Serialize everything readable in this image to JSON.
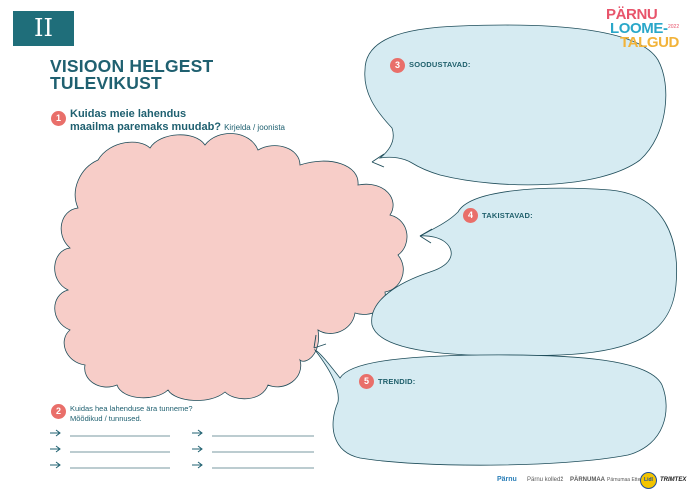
{
  "section": {
    "numeral": "II"
  },
  "title": {
    "line1": "VISIOON HELGEST",
    "line2": "TULEVIKUST"
  },
  "question1": {
    "number": "1",
    "line1": "Kuidas meie lahendus",
    "line2": "maailma paremaks muudab?",
    "hint": "Kirjelda / joonista"
  },
  "question2": {
    "number": "2",
    "line1": "Kuidas hea lahenduse ära tunneme?",
    "line2": "Mõõdikud / tunnused."
  },
  "categories": [
    {
      "number": "3",
      "label": "SOODUSTAVAD:"
    },
    {
      "number": "4",
      "label": "TAKISTAVAD:"
    },
    {
      "number": "5",
      "label": "TRENDID:"
    }
  ],
  "logo": {
    "line1": "PÄRNU",
    "line2": "LOOME-",
    "line3": "TALGUD",
    "year": "2022"
  },
  "footer": {
    "logos": [
      "Pärnu",
      "Pärnu kolledž",
      "PÄRNUMAA",
      "Pärnumaa Ettevõtlus",
      "Lidl",
      "TRIMTEX"
    ]
  },
  "colors": {
    "teal": "#1f6e7a",
    "coral": "#e96f6a",
    "cloud_fill": "#f7cdc8",
    "bubble_fill": "#d6ebf2",
    "outline": "#1f4d5a"
  }
}
